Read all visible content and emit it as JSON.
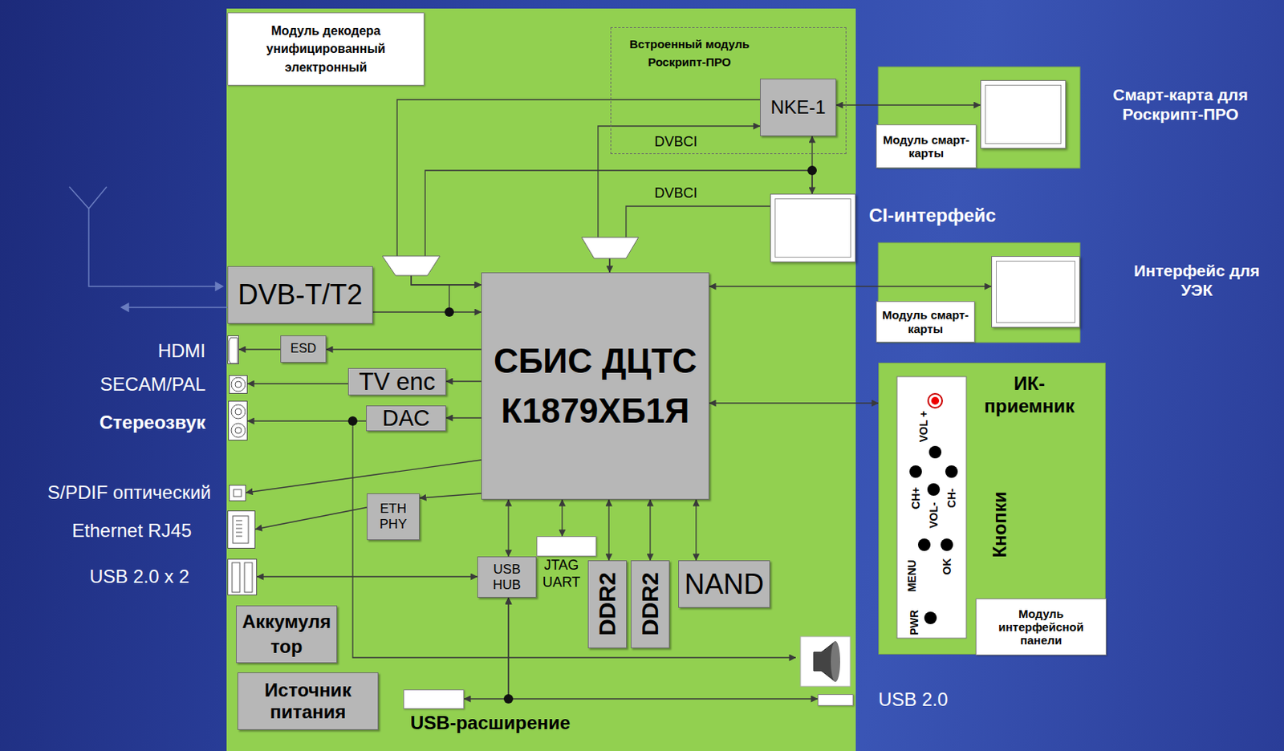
{
  "diagram": {
    "nodes": [
      {
        "text": [
          "Модуль декодера унифицированный электронный"
        ]
      },
      {
        "text": [
          "Встроенный модуль Роскрипт-ПРО"
        ]
      },
      {
        "text": [
          "NKE-1"
        ],
        "in": 1
      },
      {
        "text": [
          "Смарт-карта для Роскрипт-ПРО"
        ]
      },
      {
        "text": [
          "Модуль смарт-карты"
        ]
      },
      {
        "text": [
          "CI-интерфейс"
        ]
      },
      {
        "text": [
          "Интерфейс для УЭК"
        ]
      },
      {
        "text": [
          "Модуль смарт-карты"
        ]
      },
      {
        "text": [
          "ИК-приемник",
          "Кнопки"
        ]
      },
      {
        "text": [
          "Модуль интерфейсной панели"
        ],
        "in": 8
      },
      {
        "text": [
          "DVB-T/T2"
        ]
      },
      {
        "text": [
          "СБИС ДЦТС К1879ХБ1Я"
        ]
      },
      {
        "text": [
          "ESD"
        ]
      },
      {
        "text": [
          "TV enc"
        ]
      },
      {
        "text": [
          "DAC"
        ]
      },
      {
        "text": [
          "ETH PHY"
        ]
      },
      {
        "text": [
          "USB HUB"
        ]
      },
      {
        "text": [
          "JTAG UART"
        ]
      },
      {
        "text": [
          "DDR2"
        ]
      },
      {
        "text": [
          "DDR2"
        ]
      },
      {
        "text": [
          "NAND"
        ]
      },
      {
        "text": [
          "Аккумулятор"
        ]
      },
      {
        "text": [
          "Источник питания"
        ]
      },
      {
        "text": [
          "USB-расширение"
        ]
      },
      {
        "text": [
          "USB 2.0"
        ]
      },
      {
        "text": [
          "HDMI"
        ]
      },
      {
        "text": [
          "SECAM/PAL"
        ]
      },
      {
        "text": [
          "Стереозвук"
        ]
      },
      {
        "text": [
          "S/PDIF оптический"
        ]
      },
      {
        "text": [
          "Ethernet RJ45"
        ]
      },
      {
        "text": [
          "USB 2.0 x 2"
        ]
      }
    ],
    "edges": [
      {
        "from": 2,
        "to": 3,
        "arrow": "both"
      },
      {
        "from": 2,
        "to": 5,
        "arrow": "both"
      },
      {
        "from": 5,
        "to": 11,
        "label": "DVBCI",
        "arrow": "to"
      },
      {
        "from": 11,
        "to": 2,
        "label": "DVBCI",
        "arrow": "to"
      },
      {
        "from": 2,
        "to": 11,
        "arrow": "to"
      },
      {
        "from": 5,
        "to": 11,
        "arrow": "to"
      },
      {
        "from": 10,
        "to": 11,
        "arrow": "to"
      },
      {
        "from": 11,
        "to": 6,
        "arrow": "both"
      },
      {
        "from": 11,
        "to": 8,
        "arrow": "both"
      },
      {
        "from": 11,
        "to": 12,
        "arrow": "to"
      },
      {
        "from": 12,
        "to": 25,
        "arrow": "to"
      },
      {
        "from": 11,
        "to": 13,
        "arrow": "to"
      },
      {
        "from": 13,
        "to": 26,
        "arrow": "to"
      },
      {
        "from": 11,
        "to": 14,
        "arrow": "to"
      },
      {
        "from": 14,
        "to": 27,
        "arrow": "to"
      },
      {
        "from": 11,
        "to": 28,
        "arrow": "to"
      },
      {
        "from": 11,
        "to": 15,
        "arrow": "to"
      },
      {
        "from": 15,
        "to": 29,
        "arrow": "to"
      },
      {
        "from": 30,
        "to": 16,
        "arrow": "both"
      },
      {
        "from": 16,
        "to": 11,
        "arrow": "both"
      },
      {
        "from": 17,
        "to": 11,
        "arrow": "both"
      },
      {
        "from": 18,
        "to": 11,
        "arrow": "both"
      },
      {
        "from": 19,
        "to": 11,
        "arrow": "both"
      },
      {
        "from": 20,
        "to": 11,
        "arrow": "both"
      },
      {
        "from": 16,
        "to": 23,
        "arrow": "both"
      },
      {
        "from": 16,
        "to": 24,
        "arrow": "both"
      }
    ],
    "labels": [
      "VOL +",
      "CH+",
      "VOL-",
      "CH-",
      "MENU",
      "OK",
      "PWR"
    ]
  }
}
